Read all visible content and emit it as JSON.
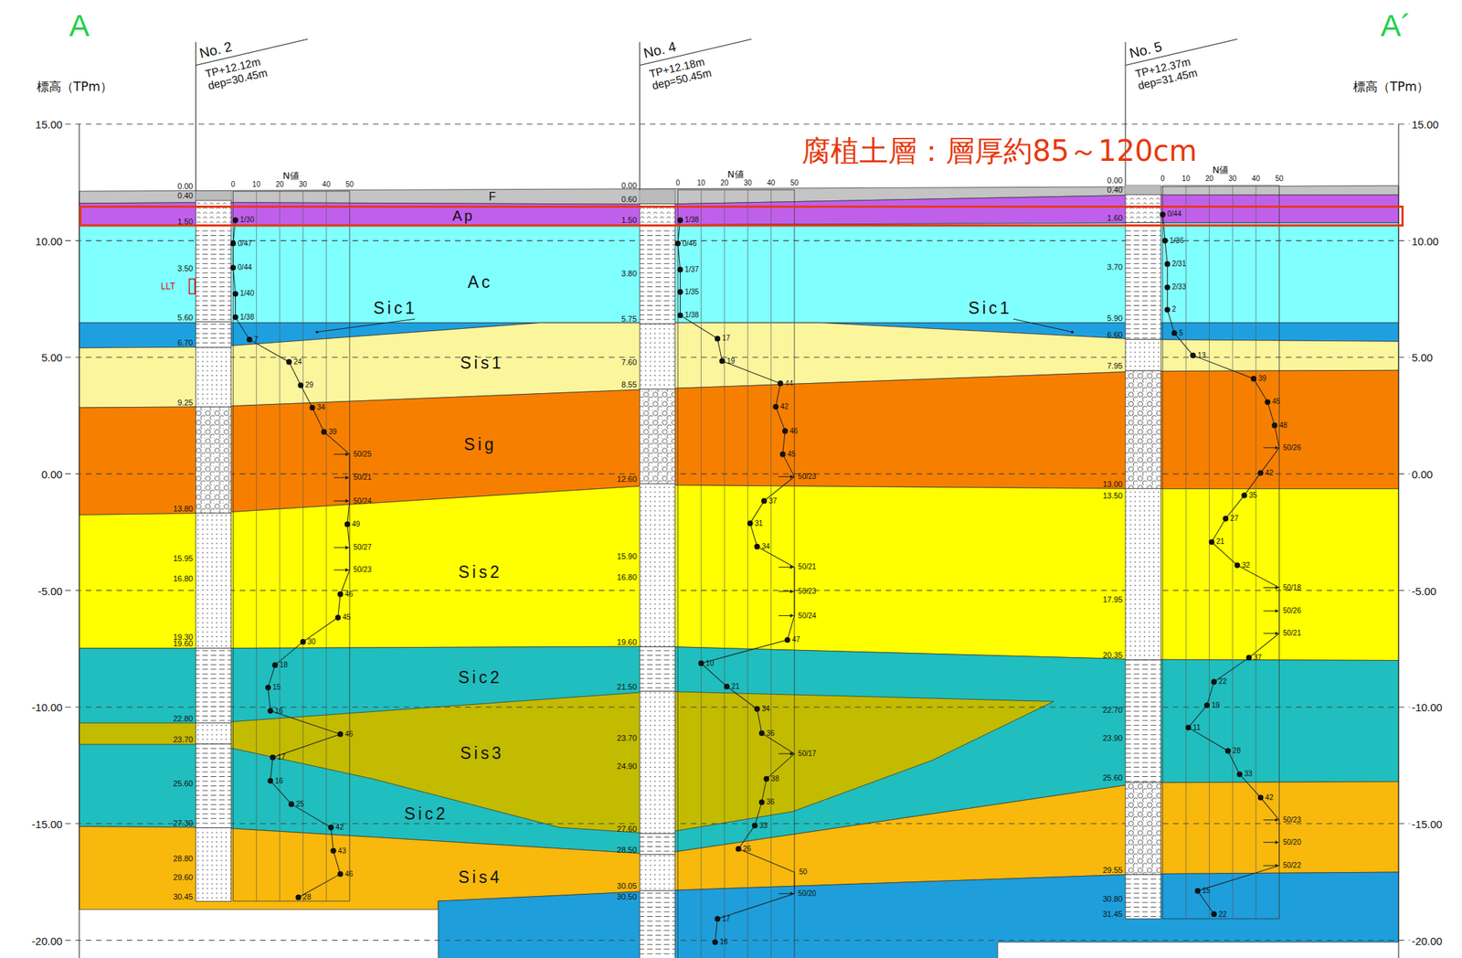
{
  "diagram": {
    "nodes": [
      {
        "text": [
          "腐植土層：層厚約85～120cm",
          "Ap"
        ]
      }
    ],
    "labels": [
      "A",
      "A´",
      "標高（TPm）",
      "標高（TPm）",
      "F",
      "Ac",
      "Sic1",
      "Sic1",
      "Sis1",
      "Sig",
      "Sis2",
      "Sic2",
      "Sis3",
      "Sic2",
      "Sis4",
      "LLT",
      "15.00",
      "10.00",
      "5.00",
      "0.00",
      "-5.00",
      "-10.00",
      "-15.00",
      "-20.00",
      "15.00",
      "10.00",
      "5.00",
      "0.00",
      "-5.00",
      "-10.00",
      "-15.00",
      "-20.00",
      "No. 2",
      "TP+12.12m dep=30.45m",
      "N値",
      "0",
      "10",
      "20",
      "30",
      "40",
      "50",
      "0.00",
      "0.40",
      "1.50",
      "3.50",
      "5.60",
      "6.70",
      "9.25",
      "13.80",
      "15.95",
      "16.80",
      "19.30",
      "19.60",
      "22.80",
      "23.70",
      "25.60",
      "27.30",
      "28.80",
      "29.60",
      "30.45",
      "1/30",
      "0/47",
      "0/44",
      "1/40",
      "1/38",
      "7",
      "24",
      "29",
      "34",
      "39",
      "50/25",
      "50/21",
      "50/24",
      "49",
      "50/27",
      "50/23",
      "46",
      "45",
      "30",
      "18",
      "15",
      "16",
      "46",
      "17",
      "16",
      "25",
      "42",
      "43",
      "46",
      "28",
      "No. 4",
      "TP+12.18m dep=50.45m",
      "N値",
      "0",
      "10",
      "20",
      "30",
      "40",
      "50",
      "0.00",
      "0.60",
      "1.50",
      "3.80",
      "5.75",
      "7.60",
      "8.55",
      "12.60",
      "15.90",
      "16.80",
      "19.60",
      "21.50",
      "23.70",
      "24.90",
      "27.60",
      "28.50",
      "30.05",
      "30.50",
      "1/38",
      "0/46",
      "1/37",
      "1/35",
      "1/38",
      "17",
      "19",
      "44",
      "42",
      "46",
      "45",
      "50/23",
      "37",
      "31",
      "34",
      "50/21",
      "50/23",
      "50/24",
      "47",
      "10",
      "21",
      "34",
      "36",
      "50/17",
      "38",
      "36",
      "33",
      "26",
      "50",
      "50/20",
      "17",
      "16",
      "No. 5",
      "TP+12.37m dep=31.45m",
      "N値",
      "0",
      "10",
      "20",
      "30",
      "40",
      "50",
      "0.00",
      "0.40",
      "1.60",
      "3.70",
      "5.90",
      "6.60",
      "7.95",
      "13.00",
      "13.50",
      "17.95",
      "20.35",
      "22.70",
      "23.90",
      "25.60",
      "29.55",
      "30.80",
      "31.45",
      "0/44",
      "1/36",
      "2/31",
      "2/33",
      "2",
      "5",
      "13",
      "39",
      "45",
      "48",
      "50/26",
      "42",
      "35",
      "27",
      "21",
      "32",
      "50/18",
      "50/26",
      "50/21",
      "37",
      "22",
      "19",
      "11",
      "28",
      "33",
      "42",
      "50/23",
      "50/20",
      "50/22",
      "15",
      "22"
    ]
  }
}
